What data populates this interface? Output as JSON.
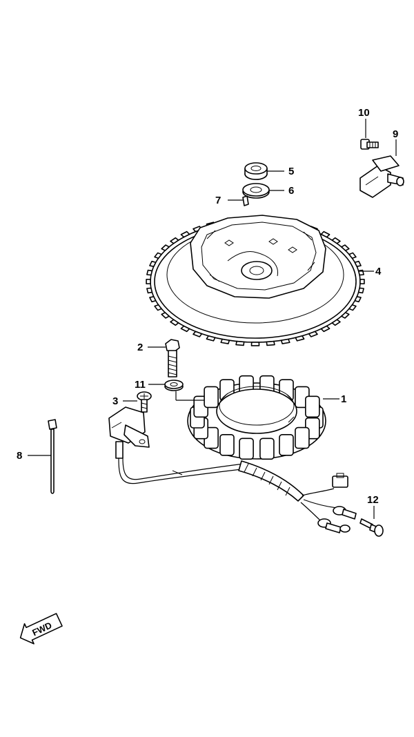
{
  "callouts": [
    {
      "id": "1",
      "label": "1"
    },
    {
      "id": "2",
      "label": "2"
    },
    {
      "id": "3",
      "label": "3"
    },
    {
      "id": "4",
      "label": "4"
    },
    {
      "id": "5",
      "label": "5"
    },
    {
      "id": "6",
      "label": "6"
    },
    {
      "id": "7",
      "label": "7"
    },
    {
      "id": "8",
      "label": "8"
    },
    {
      "id": "9",
      "label": "9"
    },
    {
      "id": "10",
      "label": "10"
    },
    {
      "id": "11",
      "label": "11"
    },
    {
      "id": "12",
      "label": "12"
    }
  ],
  "direction_arrow": {
    "label": "FWD"
  },
  "colors": {
    "line": "#000000",
    "background": "#ffffff"
  }
}
